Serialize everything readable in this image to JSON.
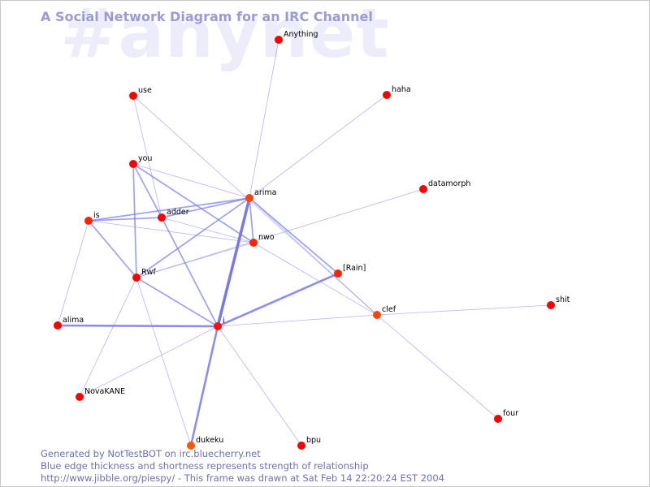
{
  "watermark": "#anynet",
  "title": "A Social Network Diagram for an IRC Channel",
  "nodes": [
    {
      "id": "Anything",
      "label": "Anything",
      "color": "#ff0000"
    },
    {
      "id": "use",
      "label": "use",
      "color": "#ff0000"
    },
    {
      "id": "haha",
      "label": "haha",
      "color": "#ff0000"
    },
    {
      "id": "you",
      "label": "you",
      "color": "#ff0000"
    },
    {
      "id": "arima",
      "label": "arima",
      "color": "#ff4400"
    },
    {
      "id": "datamorph",
      "label": "datamorph",
      "color": "#ff0000"
    },
    {
      "id": "is",
      "label": "is",
      "color": "#ff2200"
    },
    {
      "id": "adder",
      "label": "adder",
      "color": "#ff0000"
    },
    {
      "id": "nwo",
      "label": "nwo",
      "color": "#ff2200"
    },
    {
      "id": "Rain",
      "label": "[Rain]",
      "color": "#ff2200"
    },
    {
      "id": "Rwf",
      "label": "Rwf",
      "color": "#ff0000"
    },
    {
      "id": "shit",
      "label": "shit",
      "color": "#ff0000"
    },
    {
      "id": "clef",
      "label": "clef",
      "color": "#ff4400"
    },
    {
      "id": "alima",
      "label": "alima",
      "color": "#ff0000"
    },
    {
      "id": "i",
      "label": "i",
      "color": "#ff1100"
    },
    {
      "id": "NovaKANE",
      "label": "NovaKANE",
      "color": "#ff0000"
    },
    {
      "id": "four",
      "label": "four",
      "color": "#ff0000"
    },
    {
      "id": "dukeku",
      "label": "dukeku",
      "color": "#ff5500"
    },
    {
      "id": "bpu",
      "label": "bpu",
      "color": "#ff0000"
    }
  ],
  "edges": [
    {
      "from": "Anything",
      "to": "arima",
      "strength": 1
    },
    {
      "from": "use",
      "to": "adder",
      "strength": 1
    },
    {
      "from": "use",
      "to": "clef",
      "strength": 1
    },
    {
      "from": "haha",
      "to": "arima",
      "strength": 1
    },
    {
      "from": "you",
      "to": "adder",
      "strength": 2
    },
    {
      "from": "you",
      "to": "Rwf",
      "strength": 2
    },
    {
      "from": "you",
      "to": "arima",
      "strength": 1
    },
    {
      "from": "you",
      "to": "nwo",
      "strength": 2
    },
    {
      "from": "is",
      "to": "adder",
      "strength": 2
    },
    {
      "from": "is",
      "to": "arima",
      "strength": 2
    },
    {
      "from": "is",
      "to": "nwo",
      "strength": 1
    },
    {
      "from": "is",
      "to": "Rwf",
      "strength": 2
    },
    {
      "from": "is",
      "to": "alima",
      "strength": 1
    },
    {
      "from": "adder",
      "to": "arima",
      "strength": 2
    },
    {
      "from": "adder",
      "to": "nwo",
      "strength": 1
    },
    {
      "from": "adder",
      "to": "i",
      "strength": 2
    },
    {
      "from": "arima",
      "to": "nwo",
      "strength": 2
    },
    {
      "from": "arima",
      "to": "i",
      "strength": 4
    },
    {
      "from": "arima",
      "to": "Rwf",
      "strength": 2
    },
    {
      "from": "arima",
      "to": "Rain",
      "strength": 2
    },
    {
      "from": "arima",
      "to": "clef",
      "strength": 1
    },
    {
      "from": "datamorph",
      "to": "Rwf",
      "strength": 1
    },
    {
      "from": "nwo",
      "to": "Rwf",
      "strength": 1
    },
    {
      "from": "nwo",
      "to": "clef",
      "strength": 1
    },
    {
      "from": "Rwf",
      "to": "i",
      "strength": 2
    },
    {
      "from": "Rwf",
      "to": "NovaKANE",
      "strength": 1
    },
    {
      "from": "Rwf",
      "to": "dukeku",
      "strength": 1
    },
    {
      "from": "i",
      "to": "Rain",
      "strength": 3
    },
    {
      "from": "i",
      "to": "alima",
      "strength": 3
    },
    {
      "from": "i",
      "to": "clef",
      "strength": 1
    },
    {
      "from": "i",
      "to": "bpu",
      "strength": 1
    },
    {
      "from": "i",
      "to": "dukeku",
      "strength": 3
    },
    {
      "from": "i",
      "to": "NovaKANE",
      "strength": 1
    },
    {
      "from": "clef",
      "to": "shit",
      "strength": 1
    },
    {
      "from": "clef",
      "to": "four",
      "strength": 1
    }
  ],
  "footer": {
    "line1": "Generated by NotTestBOT on irc.bluecherry.net",
    "line2": "Blue edge thickness and shortness represents strength of relationship",
    "line3": "http://www.jibble.org/piespy/ - This frame was drawn at Sat Feb 14 22:20:24 EST 2004"
  },
  "colors": {
    "edge": "#7878ee",
    "title": "#9a9ad6",
    "footer": "#6f6fb8",
    "watermark": "#ececfb"
  }
}
